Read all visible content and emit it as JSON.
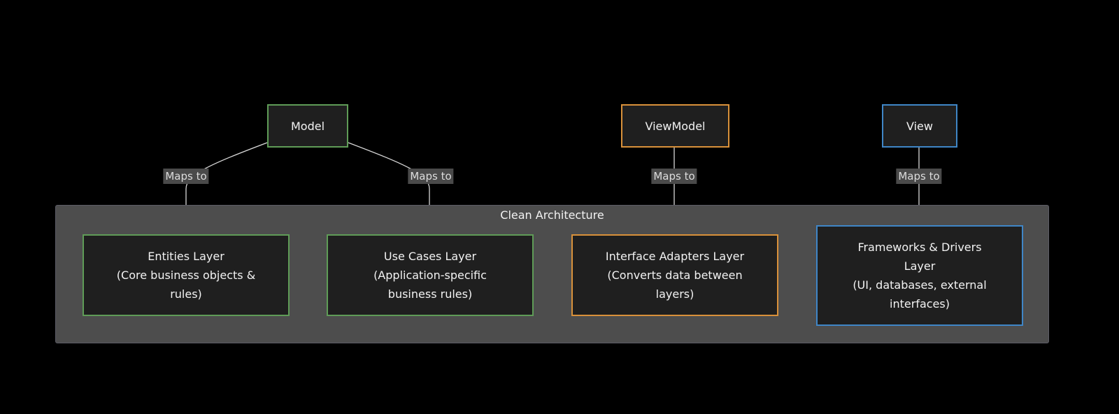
{
  "group": {
    "title": "Clean Architecture",
    "background": "#4d4d4d"
  },
  "top_nodes": [
    {
      "id": "model",
      "label": "Model",
      "color": "#5f9c57"
    },
    {
      "id": "viewmodel",
      "label": "ViewModel",
      "color": "#d9913a"
    },
    {
      "id": "view",
      "label": "View",
      "color": "#3f86c7"
    }
  ],
  "layer_nodes": [
    {
      "id": "entities",
      "label": "Entities Layer\n(Core business objects &\nrules)",
      "color": "#5f9c57"
    },
    {
      "id": "usecases",
      "label": "Use Cases Layer\n(Application-specific\nbusiness rules)",
      "color": "#5f9c57"
    },
    {
      "id": "adapters",
      "label": "Interface Adapters Layer\n(Converts data between\nlayers)",
      "color": "#d9913a"
    },
    {
      "id": "frameworks",
      "label": "Frameworks & Drivers\nLayer\n(UI, databases, external\ninterfaces)",
      "color": "#3f86c7"
    }
  ],
  "edges": [
    {
      "from": "model",
      "to": "entities",
      "label": "Maps to"
    },
    {
      "from": "model",
      "to": "usecases",
      "label": "Maps to"
    },
    {
      "from": "viewmodel",
      "to": "adapters",
      "label": "Maps to"
    },
    {
      "from": "view",
      "to": "frameworks",
      "label": "Maps to"
    }
  ]
}
